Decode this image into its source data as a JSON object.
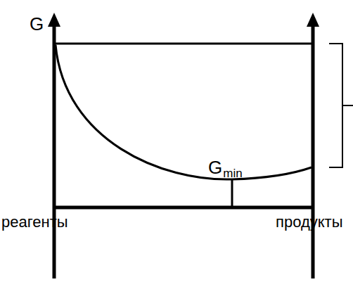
{
  "diagram": {
    "labels": [
      "G",
      "G",
      "min",
      "реагенты",
      "продукты"
    ]
  }
}
